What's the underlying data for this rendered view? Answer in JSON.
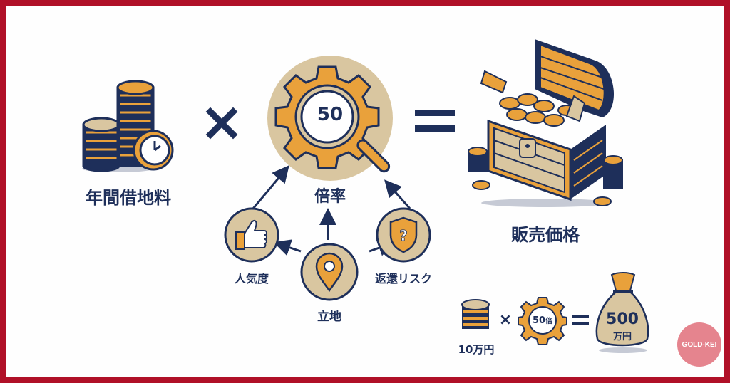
{
  "colors": {
    "border": "#B01028",
    "navy": "#1E2F5A",
    "gold": "#E9A13B",
    "beige": "#D9C6A0",
    "background": "#FEFEFE",
    "badge": "#E5848E"
  },
  "formula": {
    "left_term": {
      "label": "年間借地料",
      "icon": "coin-stacks-clock-icon"
    },
    "multiply_symbol": "×",
    "middle_term": {
      "label": "倍率",
      "value": "50",
      "icon": "gear-magnifier-icon"
    },
    "equals_symbol": "=",
    "result": {
      "label": "販売価格",
      "icon": "treasure-chest-icon"
    }
  },
  "factors": {
    "popularity": {
      "label": "人気度",
      "icon": "thumbs-up-icon"
    },
    "location": {
      "label": "立地",
      "icon": "map-pin-icon"
    },
    "return_risk": {
      "label": "返還リスク",
      "icon": "shield-question-icon"
    }
  },
  "example": {
    "rent": "10万円",
    "multiply_symbol": "×",
    "multiplier_value": "50",
    "multiplier_unit": "倍",
    "equals_symbol": "=",
    "price_value": "500",
    "price_unit": "万円"
  },
  "badge": {
    "text": "GOLD-KEI"
  }
}
